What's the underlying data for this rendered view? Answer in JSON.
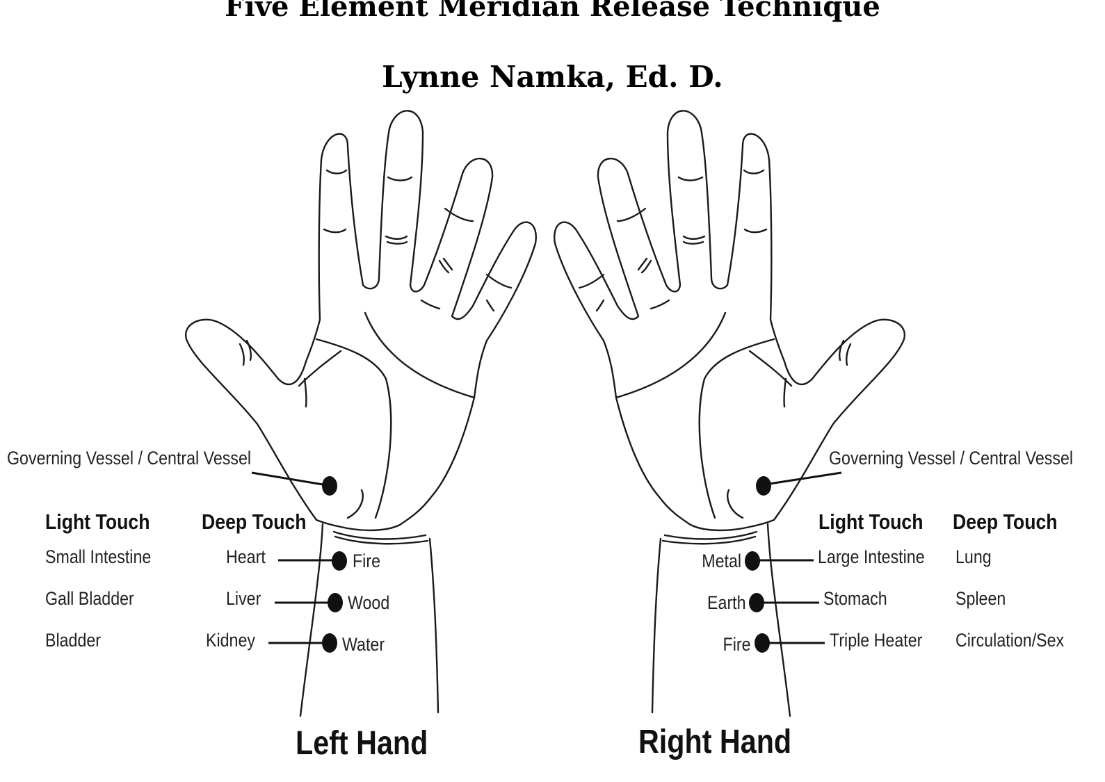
{
  "title": "Five Element Meridian Release Technique",
  "author": "Lynne Namka, Ed. D.",
  "left_hand": {
    "name": "Left Hand",
    "vessel_label": "Governing Vessel / Central Vessel",
    "light_touch_header": "Light Touch",
    "deep_touch_header": "Deep Touch",
    "points": [
      {
        "light": "Small Intestine",
        "deep": "Heart",
        "element": "Fire"
      },
      {
        "light": "Gall Bladder",
        "deep": "Liver",
        "element": "Wood"
      },
      {
        "light": "Bladder",
        "deep": "Kidney",
        "element": "Water"
      }
    ]
  },
  "right_hand": {
    "name": "Right Hand",
    "vessel_label": "Governing Vessel / Central Vessel",
    "light_touch_header": "Light Touch",
    "deep_touch_header": "Deep Touch",
    "points": [
      {
        "element": "Metal",
        "light": "Large Intestine",
        "deep": "Lung"
      },
      {
        "element": "Earth",
        "light": "Stomach",
        "deep": "Spleen"
      },
      {
        "element": "Fire",
        "light": "Triple Heater",
        "deep": "Circulation/Sex"
      }
    ]
  }
}
